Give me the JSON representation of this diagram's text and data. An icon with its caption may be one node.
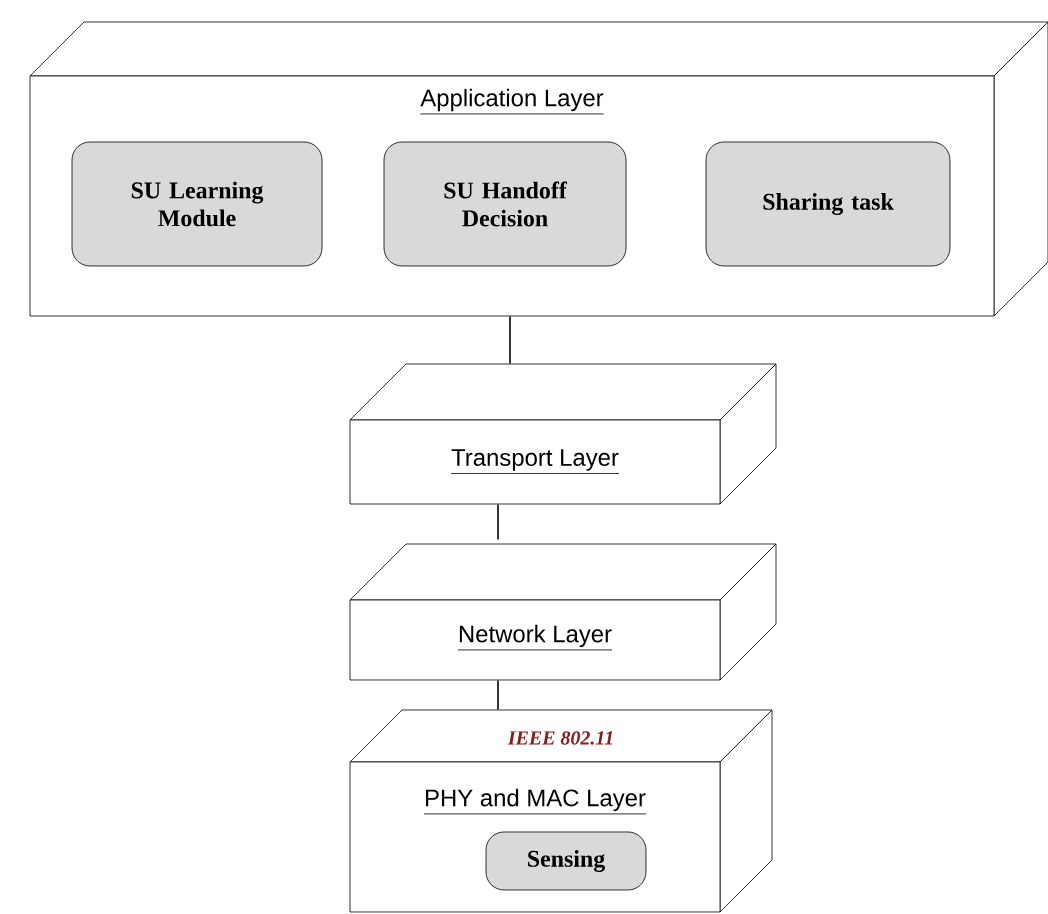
{
  "diagram": {
    "nodes": [
      {
        "text": [
          "Application Layer"
        ]
      },
      {
        "text": [
          "SU Learning Module"
        ],
        "in": 0
      },
      {
        "text": [
          "SU Handoff Decision"
        ],
        "in": 0
      },
      {
        "text": [
          "Sharing task"
        ],
        "in": 0
      },
      {
        "text": [
          "Transport Layer"
        ]
      },
      {
        "text": [
          "Network Layer"
        ]
      },
      {
        "text": [
          "IEEE 802.11",
          "PHY and MAC Layer"
        ]
      },
      {
        "text": [
          "Sensing"
        ],
        "in": 6
      }
    ],
    "edges": [
      {
        "from": 0,
        "to": 4,
        "arrow": "none"
      },
      {
        "from": 4,
        "to": 5,
        "arrow": "none"
      },
      {
        "from": 5,
        "to": 6,
        "arrow": "none"
      }
    ]
  }
}
